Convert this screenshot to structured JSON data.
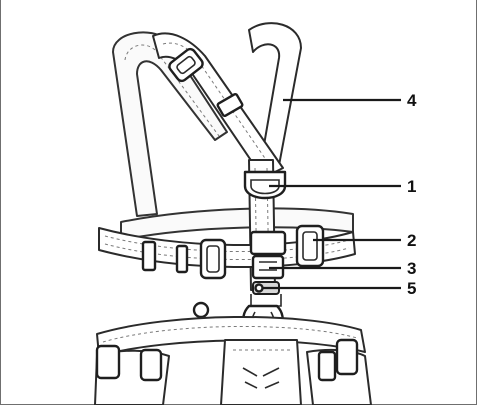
{
  "callouts": [
    {
      "id": "4",
      "label": "4"
    },
    {
      "id": "1",
      "label": "1"
    },
    {
      "id": "2",
      "label": "2"
    },
    {
      "id": "3",
      "label": "3"
    },
    {
      "id": "5",
      "label": "5"
    }
  ]
}
